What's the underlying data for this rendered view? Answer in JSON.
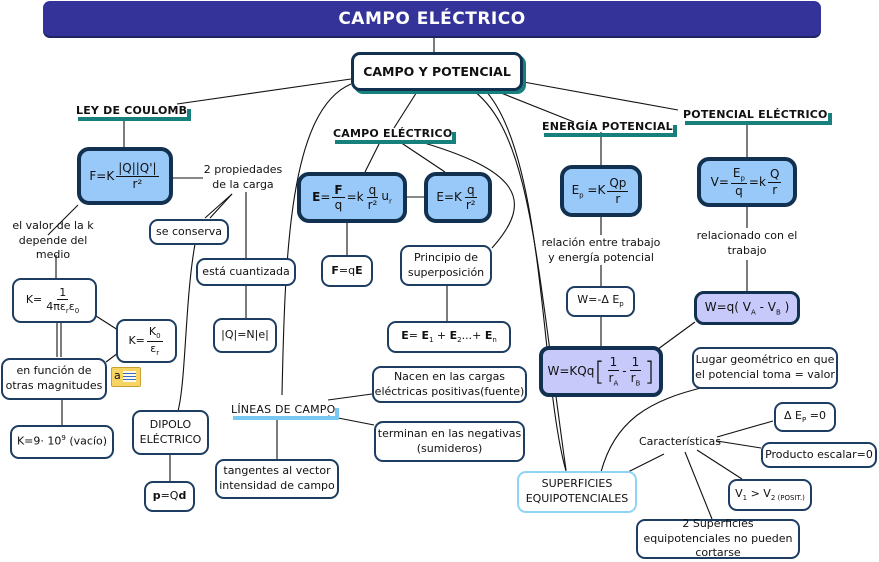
{
  "title": "CAMPO ELÉCTRICO",
  "root": "CAMPO Y POTENCIAL",
  "branches": {
    "coulomb": {
      "heading": "LEY DE COULOMB",
      "formula": {
        "lhs": "F=K",
        "num": "|Q||Q'|",
        "den": "r²"
      },
      "k_medium_label": "el valor de la k depende del medio",
      "k_formula": {
        "lhs": "K=",
        "num": "1",
        "den": "4πε",
        "den_sub1": "r",
        "den_mid": "ε",
        "den_sub2": "0"
      },
      "k_ratio": {
        "lhs": "K=",
        "num": "K",
        "num_sub": "0",
        "den": "ε",
        "den_sub": "r"
      },
      "other_magnitudes": "en función de otras magnitudes",
      "k_vacuum": {
        "text": "K=9· 10",
        "sup": "9",
        "tail": " (vacío)"
      },
      "charge_properties": "2 propiedades de la carga",
      "conserved": "se conserva",
      "quantized": "está cuantizada",
      "quantized_formula": "|Q|=N|e|",
      "dipole": "DIPOLO ELÉCTRICO",
      "dipole_formula": {
        "p": "p",
        "eq": "=Q",
        "d": "d"
      }
    },
    "field": {
      "heading": "CAMPO ELÉCTRICO",
      "formula_main": {
        "E": "E",
        "eq1": "=",
        "fnum": "F",
        "fden": "q",
        "eq2": "=k",
        "qnum": "q",
        "qden": "r²",
        "u": "u",
        "u_sub": "r"
      },
      "formula_magnitude": {
        "lhs": "E=K",
        "num": "q",
        "den": "r²"
      },
      "force": {
        "F": "F",
        "eq": "=q",
        "E": "E"
      },
      "superposition": "Principio de superposición",
      "superposition_formula": {
        "E": "E",
        "eq": "= ",
        "e1": "E",
        "s1": "1",
        "plus1": " + ",
        "e2": "E",
        "s2": "2",
        "dots": "...+ ",
        "en": "E",
        "sn": "n"
      },
      "field_lines": "LÍNEAS DE CAMPO",
      "lines_born": "Nacen en las cargas eléctricas positivas(fuente)",
      "lines_end": "terminan en las negativas (sumideros)",
      "lines_tangent": "tangentes al vector intensidad de campo"
    },
    "energy": {
      "heading": "ENERGÍA POTENCIAL",
      "formula": {
        "lhs": "E",
        "sub": "p",
        "eq": " =K",
        "num": "Qp",
        "den": "r"
      },
      "relation_label": "relación entre trabajo y energía potencial",
      "work": {
        "text": "W=-Δ E",
        "sub": "p"
      },
      "work_kqq": {
        "lhs": "W=KQq",
        "n1": "1",
        "d1": "r",
        "d1s": "A",
        "n2": "1",
        "d2": "r",
        "d2s": "B"
      }
    },
    "potential": {
      "heading": "POTENCIAL ELÉCTRICO",
      "formula": {
        "lhs": "V=",
        "num1": "E",
        "num1_sub": "p",
        "den1": "q",
        "eq": "=k",
        "num2": "Q",
        "den2": "r"
      },
      "relation_label": "relacionado con el trabajo",
      "work": {
        "pre": "W=q( V",
        "a": "A",
        "mid": " - V",
        "b": "B",
        "post": " )"
      }
    },
    "equipotential": {
      "label": "SUPERFICIES EQUIPOTENCIALES",
      "definition": "Lugar geométrico en que el potencial toma = valor",
      "characteristics": "Características",
      "delta_ep": {
        "text": "Δ E",
        "sub": "P",
        "tail": " =0"
      },
      "scalar_product": "Producto escalar=0",
      "v1v2": {
        "v1": "V",
        "s1": "1",
        "gt": " > V",
        "s2": "2 (POSIT.)"
      },
      "no_cross": "2 Superficies equipotenciales no pueden cortarse"
    }
  },
  "colors": {
    "title_bg": "#333399",
    "formula_blue": "#99c9f8",
    "formula_violet": "#c8c9fb",
    "border_dark": "#12304f",
    "heading_underline": "#17807c",
    "light_underline": "#79c8f2"
  },
  "note_icon": "note-icon"
}
